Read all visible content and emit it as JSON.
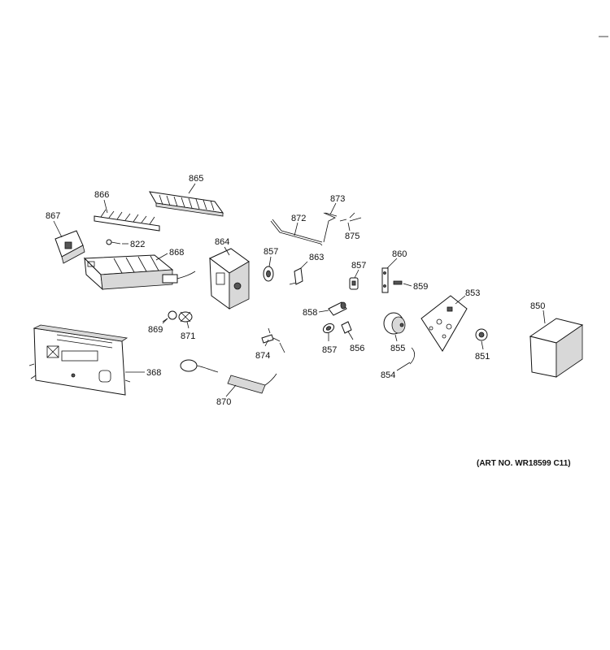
{
  "art_number": "(ART NO. WR18599 C11)",
  "parts": {
    "p865": "865",
    "p866": "866",
    "p867": "867",
    "p822": "822",
    "p868": "868",
    "p864": "864",
    "p857a": "857",
    "p872": "872",
    "p873": "873",
    "p875": "875",
    "p863": "863",
    "p857b": "857",
    "p860": "860",
    "p859": "859",
    "p853": "853",
    "p850": "850",
    "p869": "869",
    "p871": "871",
    "p858": "858",
    "p857c": "857",
    "p856": "856",
    "p855": "855",
    "p851": "851",
    "p854": "854",
    "p874": "874",
    "p368": "368",
    "p870": "870"
  }
}
